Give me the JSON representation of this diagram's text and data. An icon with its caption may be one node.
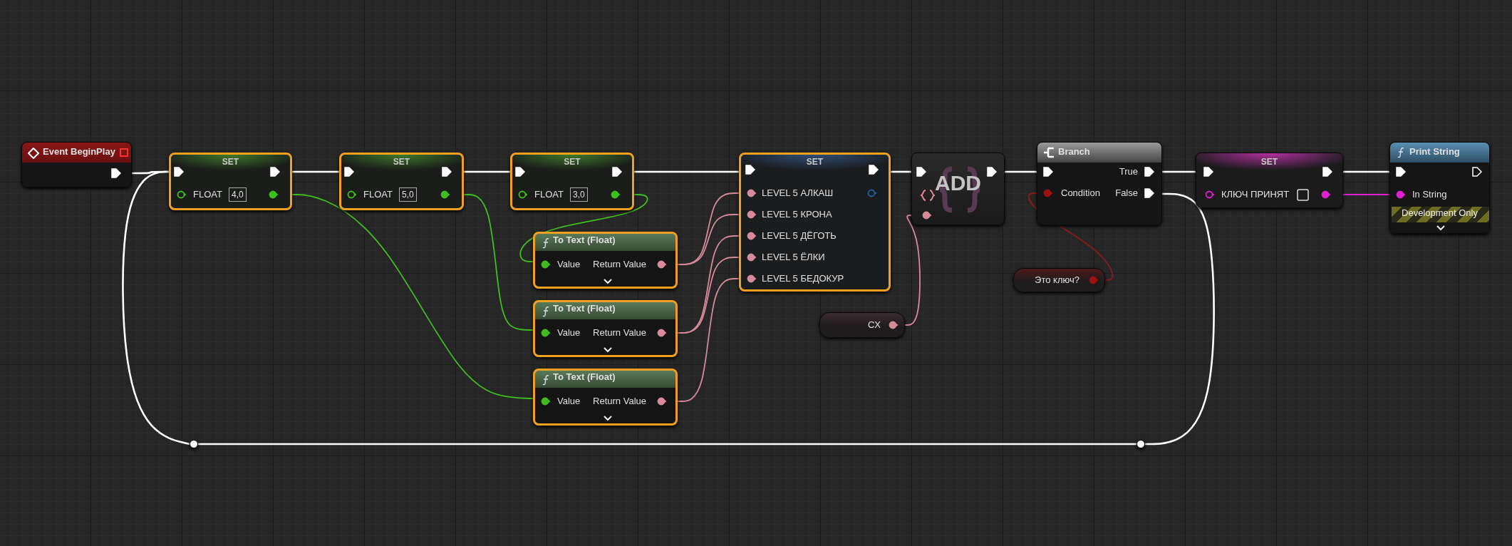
{
  "diagram": {
    "nodes": [
      {
        "text": [
          "Event BeginPlay"
        ]
      },
      {
        "text": [
          "SET",
          "FLOAT",
          "4,0"
        ]
      },
      {
        "text": [
          "SET",
          "FLOAT",
          "5,0"
        ]
      },
      {
        "text": [
          "SET",
          "FLOAT",
          "3,0"
        ]
      },
      {
        "text": [
          "To Text (Float)",
          "Value",
          "Return Value"
        ]
      },
      {
        "text": [
          "To Text (Float)",
          "Value",
          "Return Value"
        ]
      },
      {
        "text": [
          "To Text (Float)",
          "Value",
          "Return Value"
        ]
      },
      {
        "text": [
          "SET",
          "LEVEL 5 АЛКАШ",
          "LEVEL 5 КРОНА",
          "LEVEL 5 ДЁГОТЬ",
          "LEVEL 5 ЁЛКИ",
          "LEVEL 5 БЕДОКУР"
        ]
      },
      {
        "text": [
          "ADD"
        ]
      },
      {
        "text": [
          "CX"
        ]
      },
      {
        "text": [
          "Branch",
          "Condition",
          "True",
          "False"
        ]
      },
      {
        "text": [
          "Это ключ?"
        ]
      },
      {
        "text": [
          "SET",
          "КЛЮЧ ПРИНЯТ"
        ]
      },
      {
        "text": [
          "Print String",
          "In String",
          "Development Only"
        ]
      },
      {
        "text": [],
        "shape": "circle"
      },
      {
        "text": [],
        "shape": "circle"
      }
    ],
    "edges": [
      {
        "from": 0,
        "to": 1,
        "arrow": "none"
      },
      {
        "from": 1,
        "to": 2,
        "arrow": "none"
      },
      {
        "from": 2,
        "to": 3,
        "arrow": "none"
      },
      {
        "from": 3,
        "to": 7,
        "arrow": "none"
      },
      {
        "from": 7,
        "to": 8,
        "arrow": "none"
      },
      {
        "from": 8,
        "to": 10,
        "arrow": "none"
      },
      {
        "from": 10,
        "to": 12,
        "arrow": "none"
      },
      {
        "from": 12,
        "to": 13,
        "arrow": "none"
      },
      {
        "from": 10,
        "to": 15,
        "arrow": "none"
      },
      {
        "from": 15,
        "to": 14,
        "arrow": "none"
      },
      {
        "from": 14,
        "to": 1,
        "arrow": "none"
      },
      {
        "from": 1,
        "to": 6,
        "arrow": "none",
        "color": "#3fbf1f"
      },
      {
        "from": 2,
        "to": 5,
        "arrow": "none",
        "color": "#3fbf1f"
      },
      {
        "from": 3,
        "to": 4,
        "arrow": "none",
        "color": "#3fbf1f"
      },
      {
        "from": 4,
        "to": 7,
        "arrow": "none",
        "color": "#d88a9a"
      },
      {
        "from": 4,
        "to": 7,
        "arrow": "none",
        "color": "#d88a9a"
      },
      {
        "from": 5,
        "to": 7,
        "arrow": "none",
        "color": "#d88a9a"
      },
      {
        "from": 5,
        "to": 7,
        "arrow": "none",
        "color": "#d88a9a"
      },
      {
        "from": 6,
        "to": 7,
        "arrow": "none",
        "color": "#d88a9a"
      },
      {
        "from": 9,
        "to": 8,
        "arrow": "none",
        "color": "#d88a9a"
      },
      {
        "from": 11,
        "to": 10,
        "arrow": "none",
        "color": "#8b1a1a"
      },
      {
        "from": 12,
        "to": 13,
        "arrow": "none",
        "color": "#e020d0"
      }
    ]
  }
}
